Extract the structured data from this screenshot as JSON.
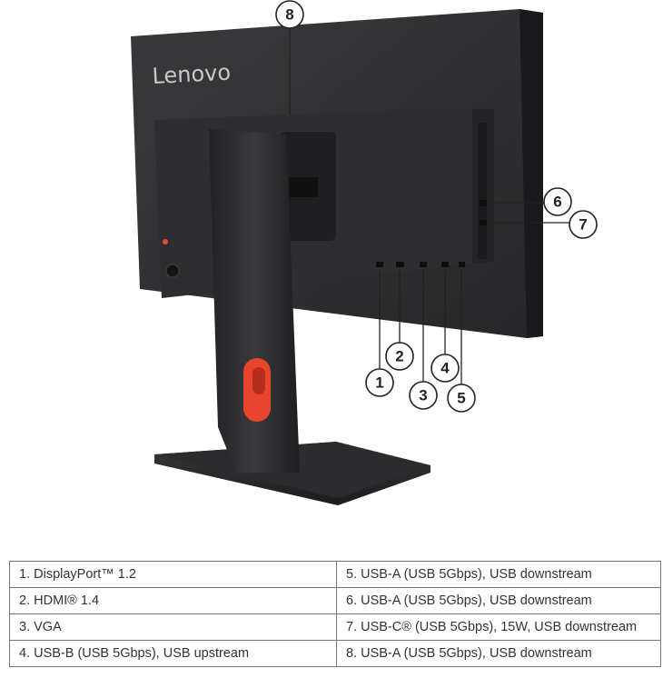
{
  "figure": {
    "brand_logo": "Lenovo",
    "callouts": [
      "1",
      "2",
      "3",
      "4",
      "5",
      "6",
      "7",
      "8"
    ],
    "colors": {
      "monitor_body": "#2a2a2c",
      "cable_hole_accent": "#e8452c",
      "background": "#ffffff"
    }
  },
  "ports": [
    {
      "left": "1.   DisplayPort™ 1.2",
      "right": "5.   USB-A (USB 5Gbps), USB downstream"
    },
    {
      "left": "2.   HDMI® 1.4",
      "right": "6.   USB-A (USB 5Gbps), USB downstream"
    },
    {
      "left": "3.   VGA",
      "right": "7.   USB-C® (USB 5Gbps), 15W, USB downstream"
    },
    {
      "left": "4.   USB-B (USB 5Gbps), USB upstream",
      "right": "8.   USB-A (USB 5Gbps), USB downstream"
    }
  ]
}
